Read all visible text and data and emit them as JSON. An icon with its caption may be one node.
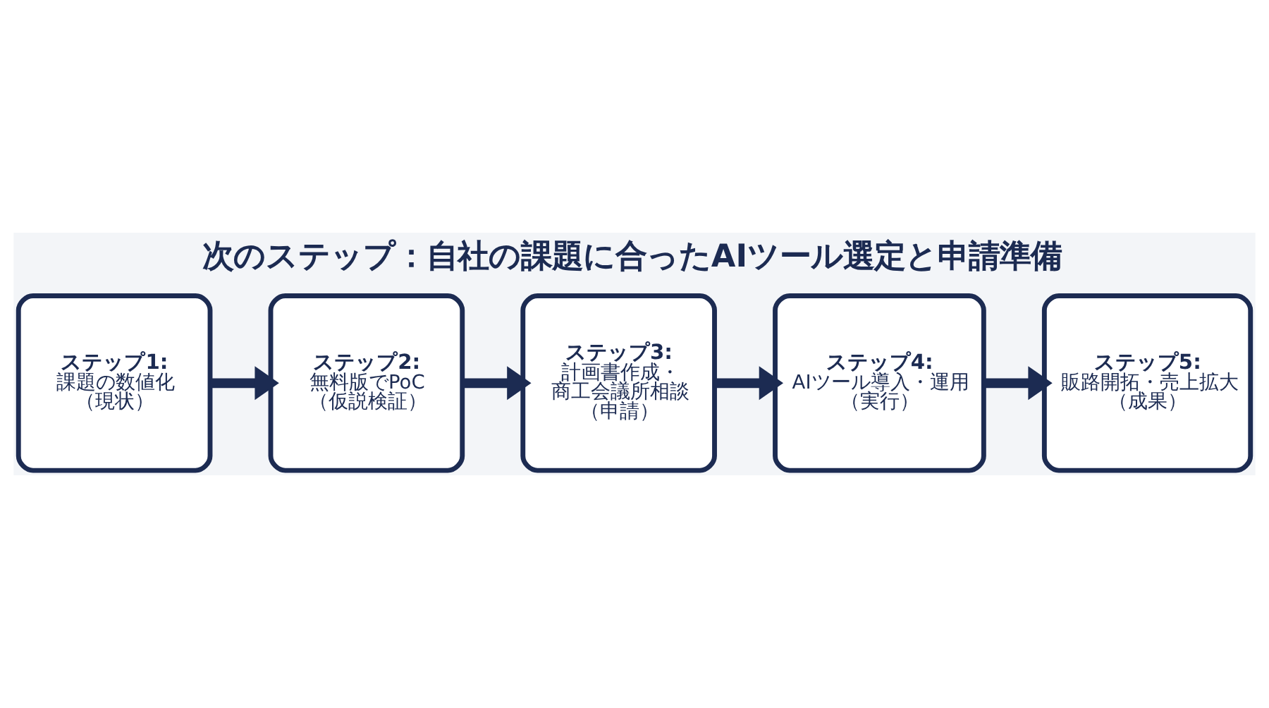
{
  "diagram": {
    "title": "次のステップ：自社の課題に合ったAIツール選定と申請準備",
    "nodes": [
      {
        "text": [
          "ステップ1:",
          "課題の数値化（現状）"
        ]
      },
      {
        "text": [
          "ステップ2:",
          "無料版でPoC（仮説検証）"
        ]
      },
      {
        "text": [
          "ステップ3:",
          "計画書作成・商工会議所相談（申請）"
        ]
      },
      {
        "text": [
          "ステップ4:",
          "AIツール導入・運用（実行）"
        ]
      },
      {
        "text": [
          "ステップ5:",
          "販路開拓・売上拡大（成果）"
        ]
      }
    ],
    "edges": [
      {
        "from": 0,
        "to": 1,
        "arrow": "to"
      },
      {
        "from": 1,
        "to": 2,
        "arrow": "to"
      },
      {
        "from": 2,
        "to": 3,
        "arrow": "to"
      },
      {
        "from": 3,
        "to": 4,
        "arrow": "to"
      }
    ]
  }
}
